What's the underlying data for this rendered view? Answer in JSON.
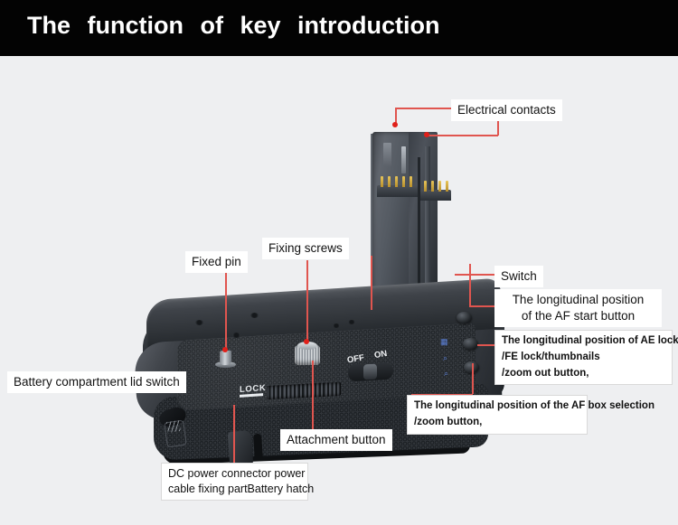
{
  "header": {
    "title": "The  function  of  key  introduction",
    "background": "#030303",
    "text_color": "#ffffff"
  },
  "page": {
    "background": "#eeeff1",
    "leader_color": "#e0554f",
    "dot_color": "#e0201a"
  },
  "product": {
    "name": "camera-battery-grip",
    "switch_labels": {
      "off": "OFF",
      "on": "ON"
    },
    "lock_label": "LOCK",
    "button_icons": [
      "grid-icon",
      "zoom-in-icon",
      "zoom-out-icon"
    ]
  },
  "callouts": [
    {
      "id": "electrical-contacts",
      "text": "Electrical contacts"
    },
    {
      "id": "fixed-pin",
      "text": "Fixed pin"
    },
    {
      "id": "fixing-screws",
      "text": "Fixing screws"
    },
    {
      "id": "switch",
      "text": "Switch"
    },
    {
      "id": "af-start-button",
      "line1": "The longitudinal position",
      "line2": "of the AF start button"
    },
    {
      "id": "ae-lock-button",
      "line1": "The longitudinal position of AE lock",
      "line2": "/FE lock/thumbnails",
      "line3": "/zoom out button,"
    },
    {
      "id": "af-box-selection",
      "line1": "The longitudinal position of the AF box selection",
      "line2": "/zoom button,"
    },
    {
      "id": "battery-compartment-lid-switch",
      "text": "Battery compartment lid switch"
    },
    {
      "id": "attachment-button",
      "text": "Attachment button"
    },
    {
      "id": "dc-power-connector",
      "line1": "DC power connector power",
      "line2": "cable fixing partBattery hatch"
    }
  ]
}
